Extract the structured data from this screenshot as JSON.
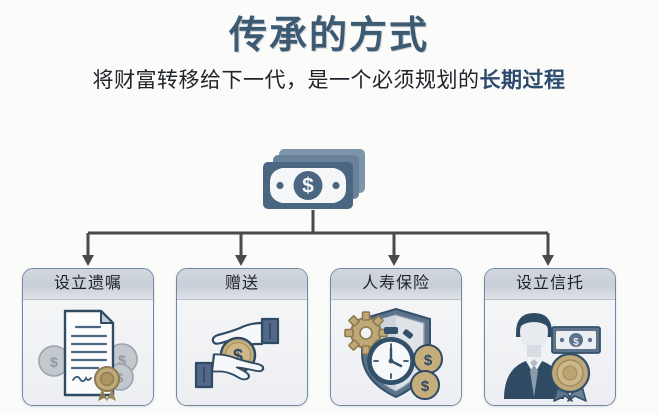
{
  "header": {
    "title": "传承的方式",
    "subtitle_prefix": "将财富转移给下一代，是一个必须规划的",
    "subtitle_highlight": "长期过程",
    "title_color": "#3d5a73",
    "highlight_color": "#2c4a6e"
  },
  "central_node": {
    "icon": "money-stack-icon",
    "symbol": "$",
    "color": "#4a6680"
  },
  "connector": {
    "icon": "tree-connector-arrows",
    "color": "#4a4a4a",
    "branch_count": 4
  },
  "cards": [
    {
      "title": "设立遗嘱",
      "icon": "will-document-icon",
      "icon_parts": [
        "document",
        "signature",
        "wax-seal",
        "coins"
      ]
    },
    {
      "title": "赠送",
      "icon": "gift-hands-coin-icon",
      "icon_parts": [
        "giving-hand",
        "receiving-hand",
        "gold-coin"
      ],
      "symbol": "$"
    },
    {
      "title": "人寿保险",
      "icon": "life-insurance-shield-icon",
      "icon_parts": [
        "shield",
        "gear",
        "stopwatch",
        "gold-coins"
      ],
      "symbol": "$"
    },
    {
      "title": "设立信托",
      "icon": "trust-businessman-icon",
      "icon_parts": [
        "businessman",
        "banknote",
        "award-ribbon"
      ],
      "symbol": "$"
    }
  ],
  "palette": {
    "background": "#fbfbfa",
    "slate": "#4a6680",
    "slate_dark": "#2f4a63",
    "card_border": "#6f88a3",
    "card_header": "#cdd3db",
    "gold": "#c0a978"
  }
}
